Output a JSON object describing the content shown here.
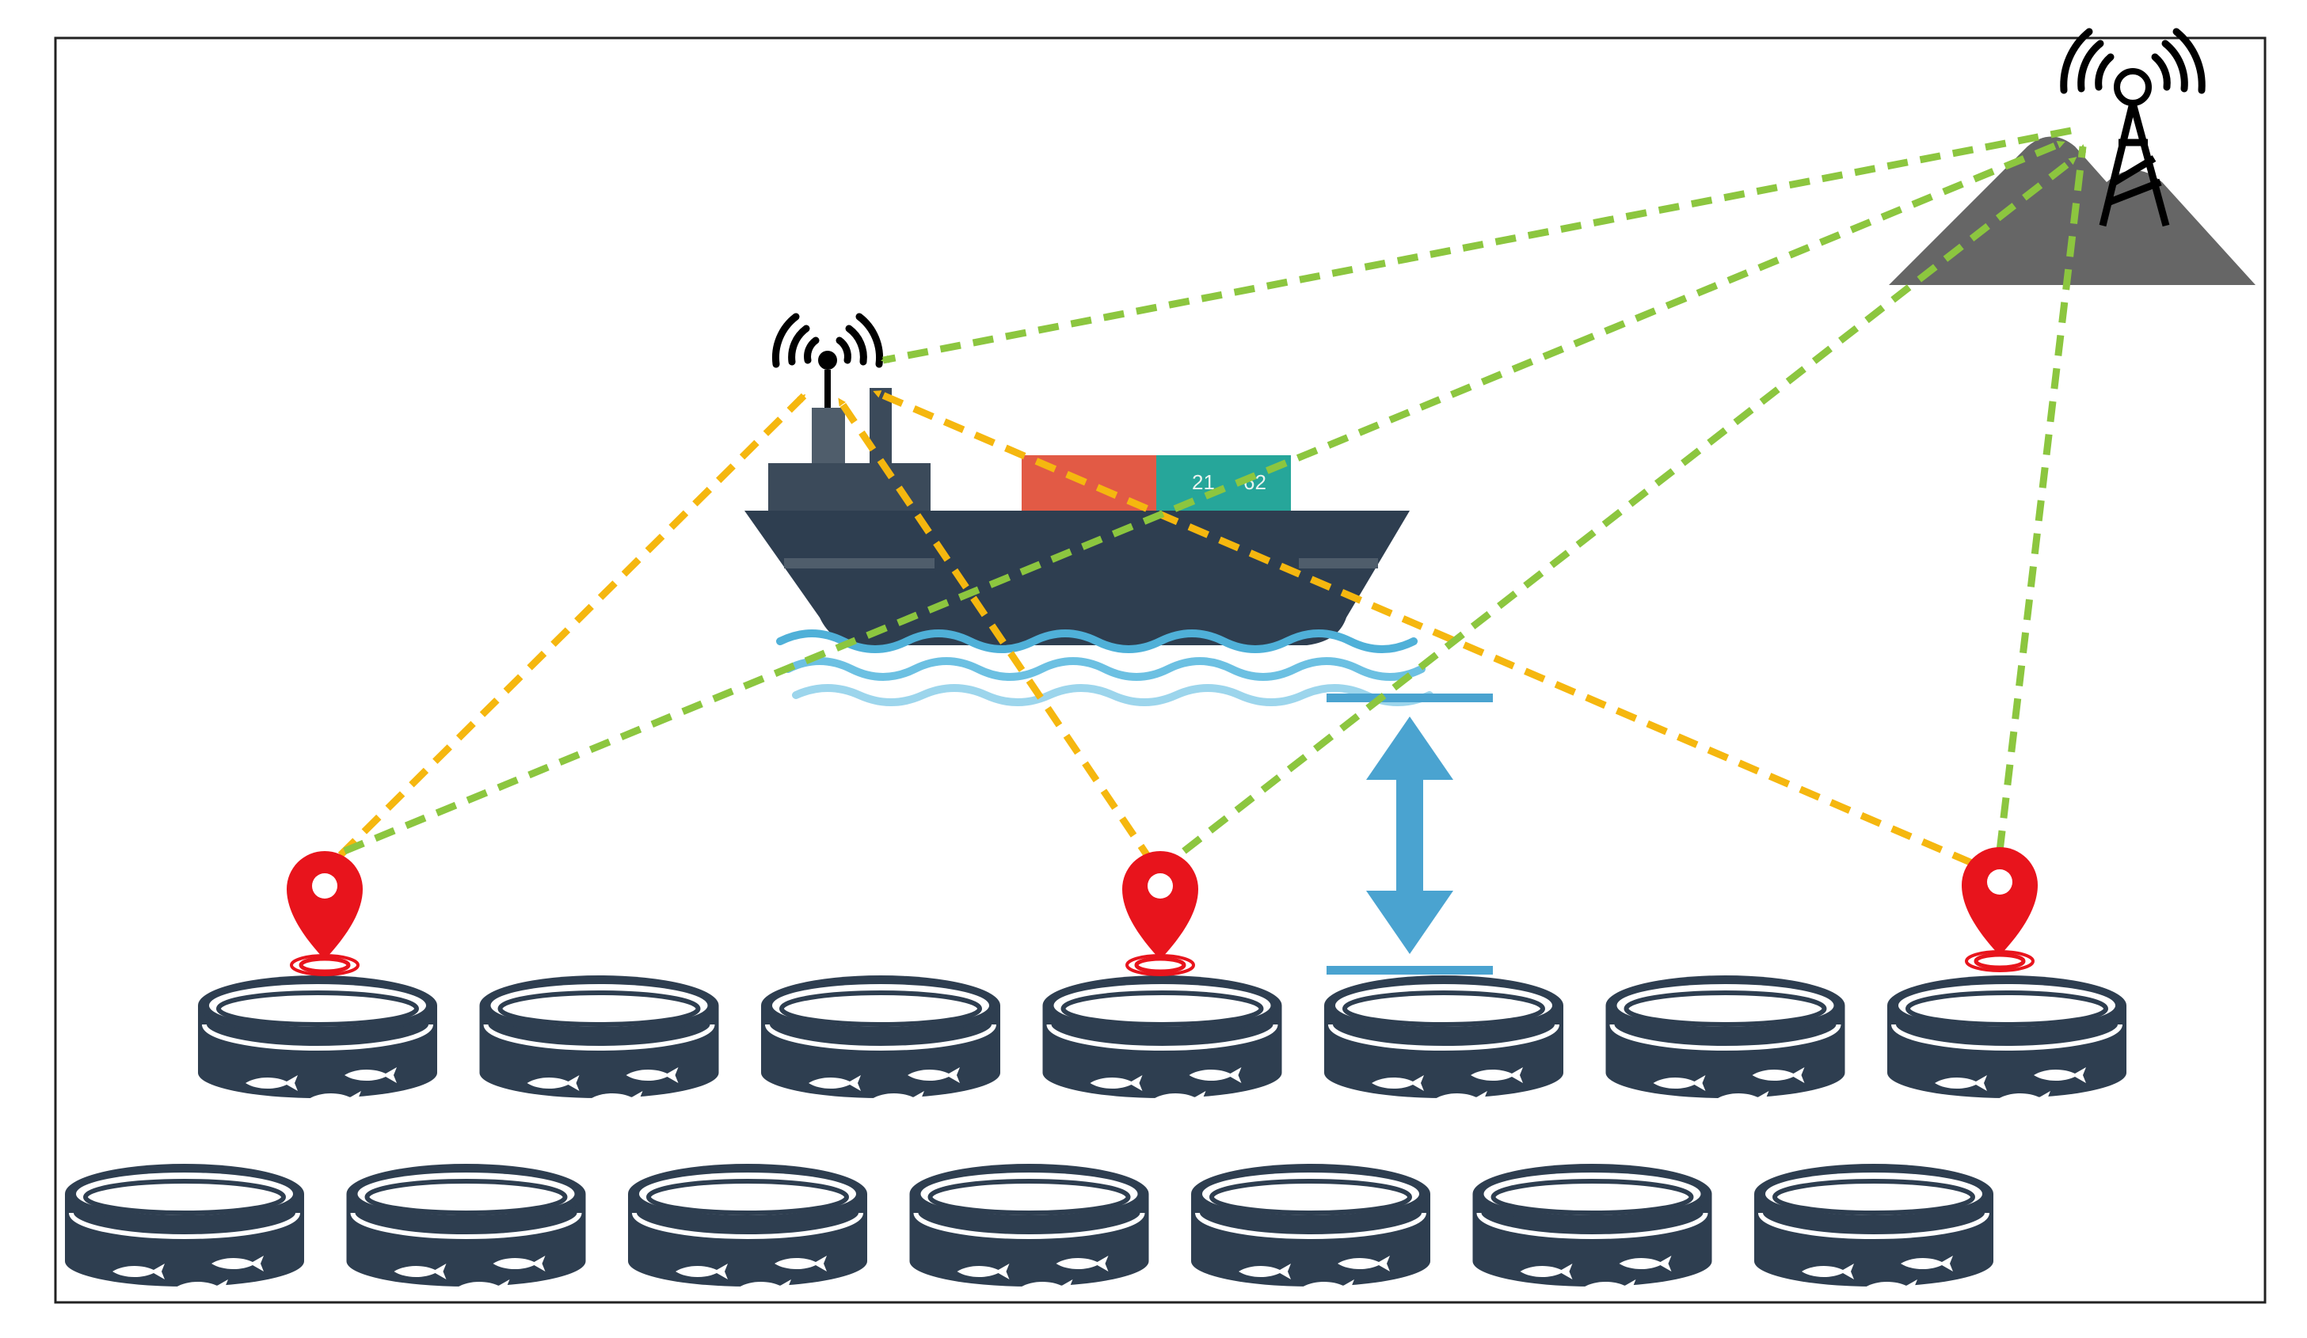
{
  "diagram": {
    "nodes": [
      {
        "id": "tower",
        "kind": "cell-tower-on-hill"
      },
      {
        "id": "ship",
        "kind": "vessel-with-antenna",
        "container_labels": [
          "21",
          "62"
        ]
      },
      {
        "id": "sensor-1",
        "kind": "location-pin"
      },
      {
        "id": "sensor-2",
        "kind": "location-pin"
      },
      {
        "id": "sensor-3",
        "kind": "location-pin"
      }
    ],
    "links": [
      {
        "from": "sensor-1",
        "to": "ship",
        "style": "dashed",
        "color": "#f5b70f"
      },
      {
        "from": "sensor-2",
        "to": "ship",
        "style": "dashed",
        "color": "#f5b70f"
      },
      {
        "from": "sensor-3",
        "to": "ship",
        "style": "dashed",
        "color": "#f5b70f"
      },
      {
        "from": "sensor-1",
        "to": "tower",
        "style": "dashed",
        "color": "#8cc63f"
      },
      {
        "from": "sensor-2",
        "to": "tower",
        "style": "dashed",
        "color": "#8cc63f"
      },
      {
        "from": "sensor-3",
        "to": "tower",
        "style": "dashed",
        "color": "#8cc63f"
      },
      {
        "from": "tower",
        "to": "ship",
        "style": "dashed",
        "color": "#8cc63f"
      }
    ],
    "cage_rows": [
      7,
      7
    ],
    "colors": {
      "hull": "#2e3e50",
      "container_red": "#e25a45",
      "container_teal": "#26a69a",
      "pin": "#e8141c",
      "range_indicator": "#4aa3d0",
      "hill": "#666666"
    }
  }
}
